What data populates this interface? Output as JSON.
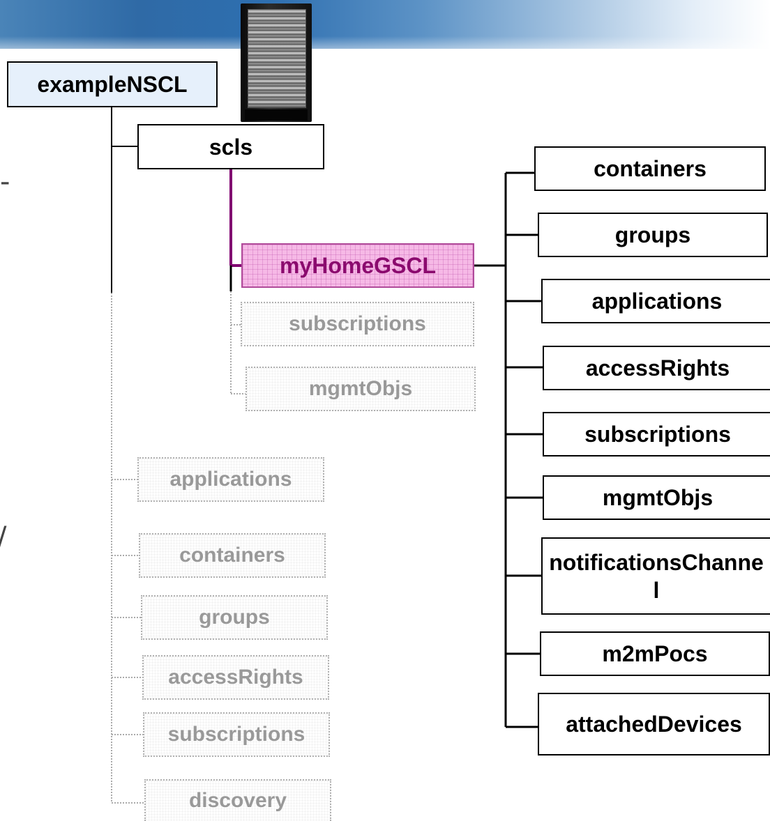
{
  "root": {
    "label": "exampleNSCL"
  },
  "scls": {
    "label": "scls"
  },
  "gscl": {
    "label": "myHomeGSCL",
    "children": [
      {
        "label": "containers"
      },
      {
        "label": "groups"
      },
      {
        "label": "applications"
      },
      {
        "label": "accessRights"
      },
      {
        "label": "subscriptions"
      },
      {
        "label": "mgmtObjs"
      },
      {
        "label": "notificationsChannel"
      },
      {
        "label": "m2mPocs"
      },
      {
        "label": "attachedDevices"
      }
    ]
  },
  "scls_ghost_children": [
    {
      "label": "subscriptions"
    },
    {
      "label": "mgmtObjs"
    }
  ],
  "root_ghost_children": [
    {
      "label": "applications"
    },
    {
      "label": "containers"
    },
    {
      "label": "groups"
    },
    {
      "label": "accessRights"
    },
    {
      "label": "subscriptions"
    },
    {
      "label": "discovery"
    }
  ],
  "icons": {
    "server": "server-rack-icon"
  },
  "colors": {
    "highlight": "#f6b9e6",
    "highlight_text": "#8b0a6e",
    "connector_purple": "#800070",
    "ghost": "#999999"
  }
}
